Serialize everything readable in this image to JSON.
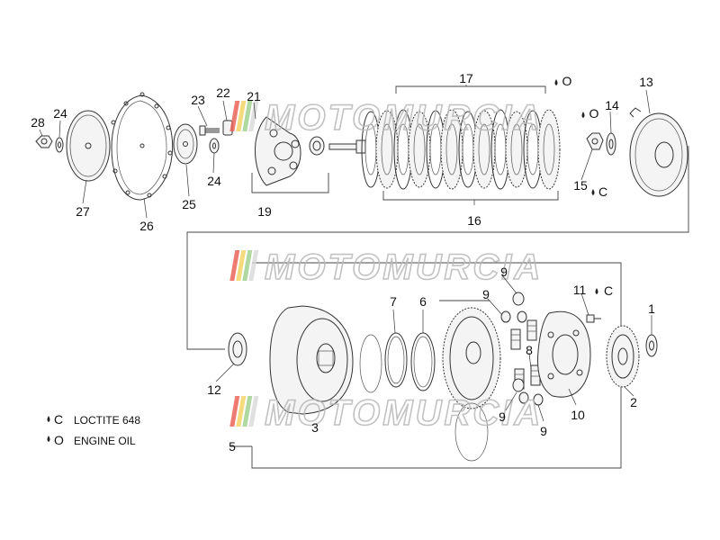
{
  "watermark": {
    "text": "MOTOMURCIA",
    "stripe_colors": [
      "#e85a4f",
      "#f3d25c",
      "#9bd08a",
      "#d8d8d8"
    ]
  },
  "callouts": {
    "n1": "1",
    "n2": "2",
    "n3": "3",
    "n5": "5",
    "n6": "6",
    "n7": "7",
    "n8": "8",
    "n9": "9",
    "n10": "10",
    "n11": "11",
    "n12": "12",
    "n13": "13",
    "n14": "14",
    "n15": "15",
    "n16": "16",
    "n17": "17",
    "n19": "19",
    "n21": "21",
    "n22": "22",
    "n23": "23",
    "n24": "24",
    "n25": "25",
    "n26": "26",
    "n27": "27",
    "n28": "28"
  },
  "markers": {
    "oil": "O",
    "loctite": "C"
  },
  "legend": {
    "c_key": "C",
    "c_text": "LOCTITE 648",
    "o_key": "O",
    "o_text": "ENGINE OIL"
  }
}
